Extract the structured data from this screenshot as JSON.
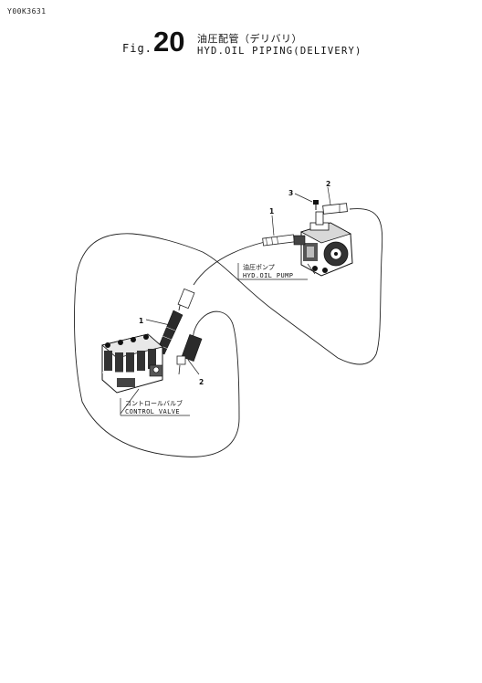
{
  "doc_id": "Y00K3631",
  "figure": {
    "prefix": "Fig.",
    "number": "20",
    "title_jp": "油圧配管（デリバリ）",
    "title_en": "HYD.OIL PIPING(DELIVERY)"
  },
  "callouts": {
    "hose_upper": "1",
    "hose_lower": "1",
    "fitting_top": "2",
    "fitting_bottom": "2",
    "bolt_top": "3"
  },
  "components": {
    "pump": {
      "label_jp": "油圧ポンプ",
      "label_en": "HYD.OIL PUMP"
    },
    "valve": {
      "label_jp": "コントロールバルブ",
      "label_en": "CONTROL VALVE"
    }
  }
}
